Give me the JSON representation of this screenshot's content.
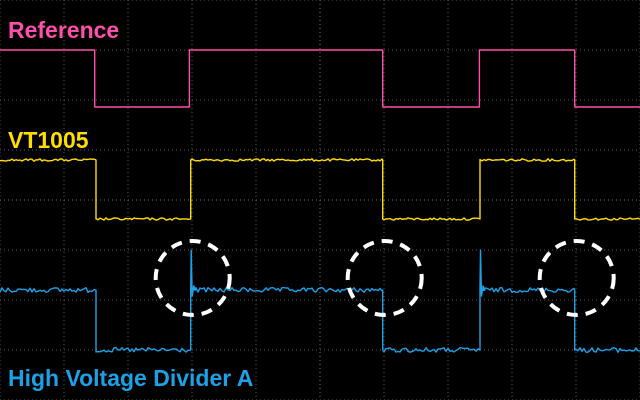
{
  "chart_data": {
    "type": "line",
    "grid": true,
    "colors": {
      "background": "#000000",
      "grid": "#5a5a5a",
      "reference": "#ff4fa8",
      "vt1005": "#ffdd00",
      "divider": "#1ca0e6",
      "annotation": "#ffffff"
    },
    "series": [
      {
        "name": "Reference",
        "high": 1,
        "low": 0,
        "initial": 1,
        "edges": [
          0.148,
          0.296,
          0.598,
          0.749,
          0.898
        ],
        "noise": 0.0
      },
      {
        "name": "VT1005",
        "high": 1,
        "low": 0,
        "initial": 1,
        "edges": [
          0.15,
          0.298,
          0.598,
          0.75,
          0.898
        ],
        "noise": 0.02
      },
      {
        "name": "High Voltage Divider A",
        "high": 1,
        "low": 0,
        "initial": 1,
        "edges": [
          0.15,
          0.298,
          0.598,
          0.75,
          0.898
        ],
        "noise": 0.04,
        "spike": 0.95
      }
    ],
    "annotations": [
      {
        "type": "dashed-circle",
        "at_edge": 1
      },
      {
        "type": "dashed-circle",
        "at_edge": 2
      },
      {
        "type": "dashed-circle",
        "at_edge": 4
      }
    ]
  }
}
